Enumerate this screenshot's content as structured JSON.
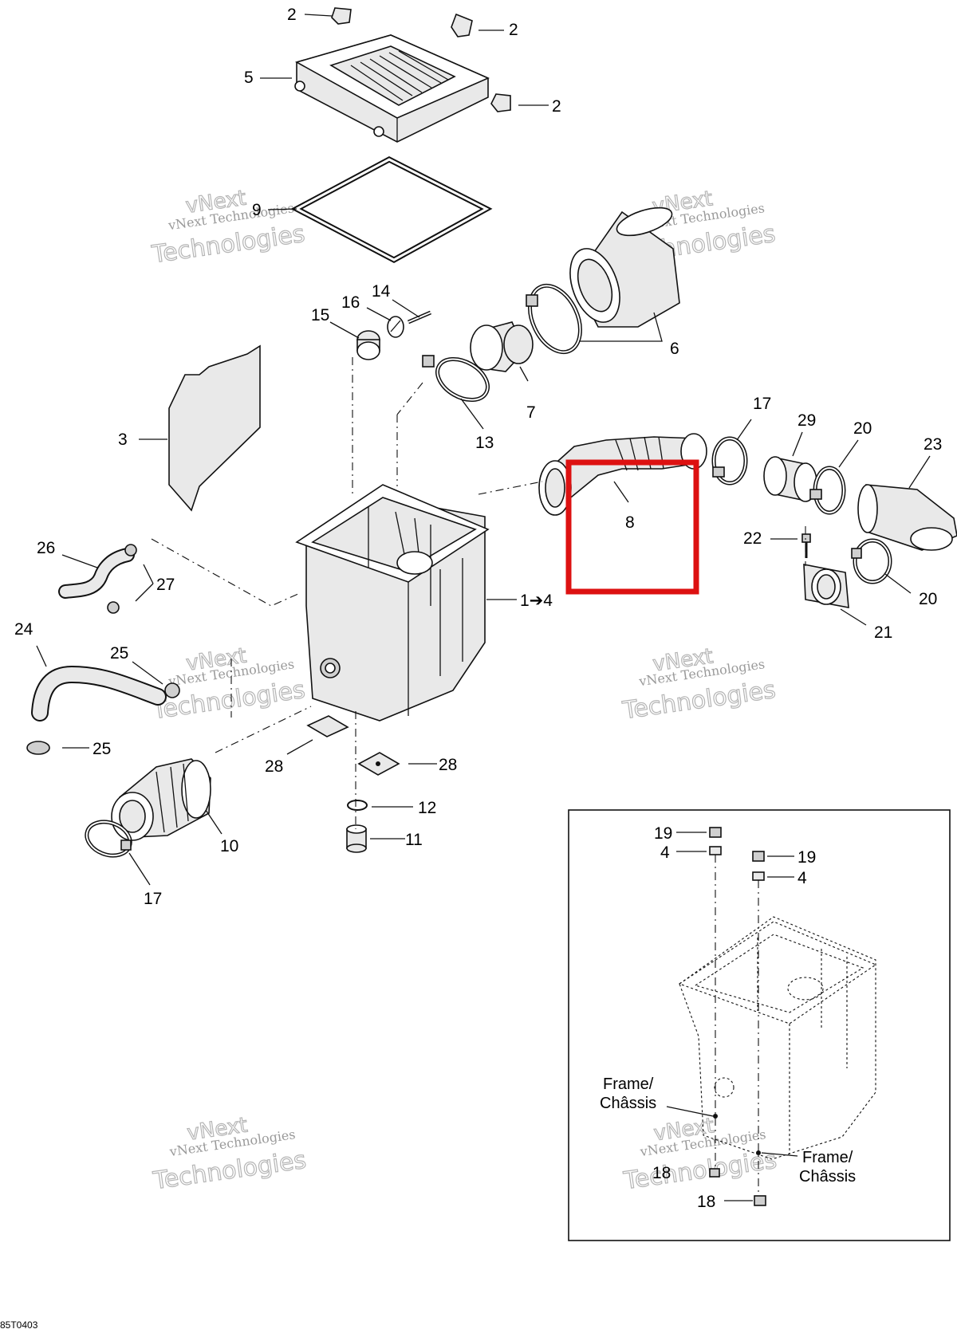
{
  "callouts": {
    "c2a": "2",
    "c2b": "2",
    "c2c": "2",
    "c5": "5",
    "c9": "9",
    "c14": "14",
    "c16": "16",
    "c15": "15",
    "c6": "6",
    "c7": "7",
    "c13": "13",
    "c3": "3",
    "c17a": "17",
    "c29": "29",
    "c20a": "20",
    "c23": "23",
    "c8": "8",
    "c22": "22",
    "c20b": "20",
    "c21": "21",
    "c1to4": "1➔4",
    "c26": "26",
    "c27": "27",
    "c24": "24",
    "c25a": "25",
    "c25b": "25",
    "c28a": "28",
    "c28b": "28",
    "c12": "12",
    "c11": "11",
    "c10": "10",
    "c17b": "17",
    "in19a": "19",
    "in4a": "4",
    "in19b": "19",
    "in4b": "4",
    "in18a": "18",
    "in18b": "18",
    "frame_left_1": "Frame/",
    "frame_left_2": "Châssis",
    "frame_right_1": "Frame/",
    "frame_right_2": "Châssis"
  },
  "watermark": {
    "line1": "vNext Technologies",
    "line2": "Technologies",
    "line0": "vNext"
  },
  "figure_code": "85T0403",
  "highlight_color": "#dd1111"
}
